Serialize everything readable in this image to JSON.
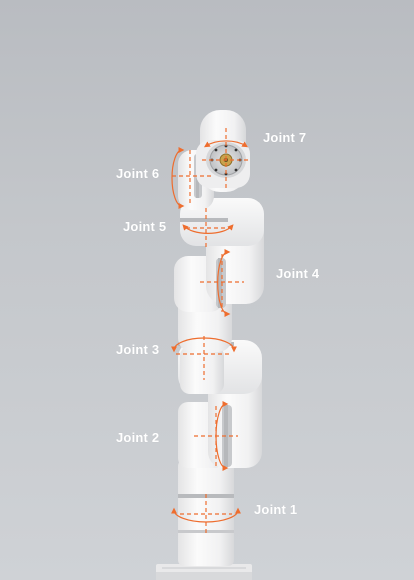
{
  "diagram": {
    "labels": [
      "Joint 7",
      "Joint 6",
      "Joint 5",
      "Joint 4",
      "Joint 3",
      "Joint 2",
      "Joint 1"
    ]
  },
  "colors": {
    "background_top": "#b9bcc1",
    "background_bottom": "#cfd2d6",
    "arm_body": "#f3f3f3",
    "arm_shadow": "#d9d9da",
    "ring": "#b8babd",
    "axis_marker": "#ee6d2e",
    "label_text": "#ffffff"
  },
  "icons": {
    "flange": "tool-flange-icon",
    "rotation_arrow": "rotation-arrow-icon"
  }
}
